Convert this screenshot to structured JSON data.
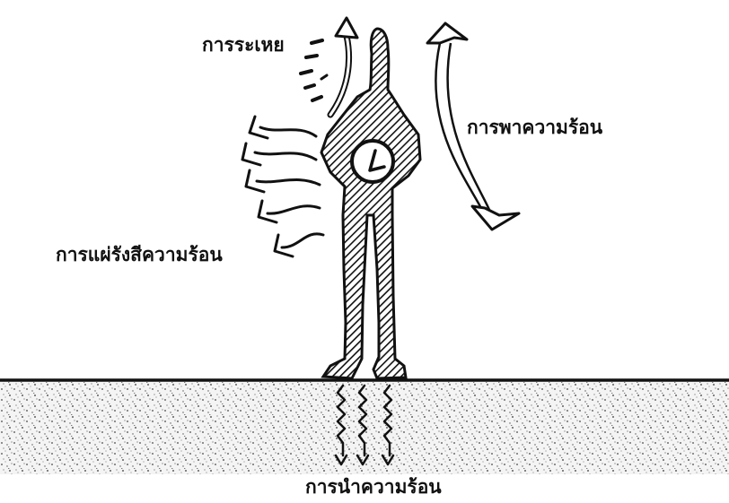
{
  "labels": {
    "evaporation": "การระเหย",
    "convection": "การพาความร้อน",
    "radiation": "การแผ่รังสีความร้อน",
    "conduction": "การนำความร้อน"
  },
  "colors": {
    "ink": "#111111",
    "background": "#ffffff",
    "ground_speckle": "#555555"
  },
  "icons": [
    "person-figure",
    "clock-icon",
    "evaporation-arrow",
    "convection-arrow",
    "radiation-arrows",
    "conduction-arrows",
    "ground-surface"
  ]
}
